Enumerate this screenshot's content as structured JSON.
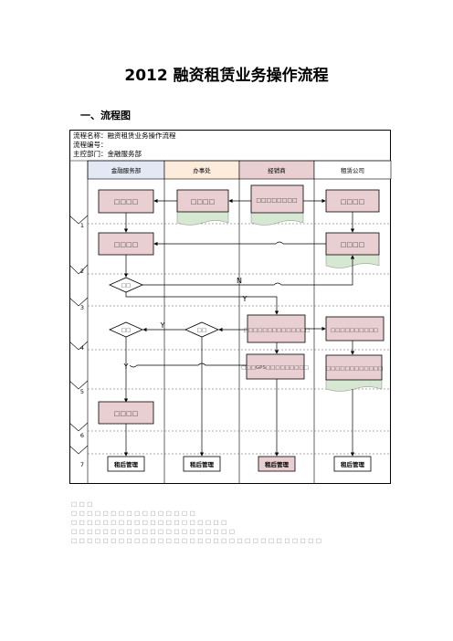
{
  "doc": {
    "title": "2012 融资租赁业务操作流程",
    "section": "一、流程图"
  },
  "meta": {
    "name": "流程名称：融资租赁业务操作流程",
    "number": "流程编号：",
    "dept": "主控部门：金融服务部"
  },
  "lanes": [
    "金融服务部",
    "办事处",
    "经销商",
    "租赁公司"
  ],
  "lane_colors": [
    "#e4e8f4",
    "#fdebdc",
    "#e9cfd2",
    "#ffffff"
  ],
  "rows": [
    "1",
    "2",
    "3",
    "4",
    "5",
    "6",
    "7"
  ],
  "boxes": {
    "r1_fin": "□□□□",
    "r1_office": "□□□□",
    "r1_dealer": "□□□□□□□□",
    "r1_lease": "□□□□",
    "r2_fin": "□□□□",
    "r2_lease": "□□□□",
    "r4_dealer": "□□□□□□□□□□□□□□",
    "r4_lease": "□□□□□□□□□□",
    "r5_dealer": "□□□GPS□□□□□□□□□",
    "r5_lease": "□□□□□□□□□□□□",
    "r6_fin": "□□□□"
  },
  "decisions": {
    "d3": "□□",
    "d4_fin": "□□",
    "d4_office": "□□"
  },
  "labels": {
    "N": "N",
    "Y": "Y"
  },
  "after": "租后管理",
  "notes": [
    "□□□",
    "□□□□□□□□□□□□□□□□",
    "□□□□□□□□□□□□□□□□□□□□",
    "□□□□□□□□□□□□□□□□□□□□□",
    "□□□□□□□□□□□□□□□□□□□□□□□□□□□□□□□□"
  ],
  "colors": {
    "box": "#e9cfd2",
    "doc": "#d6e8d2",
    "line": "#000000"
  }
}
